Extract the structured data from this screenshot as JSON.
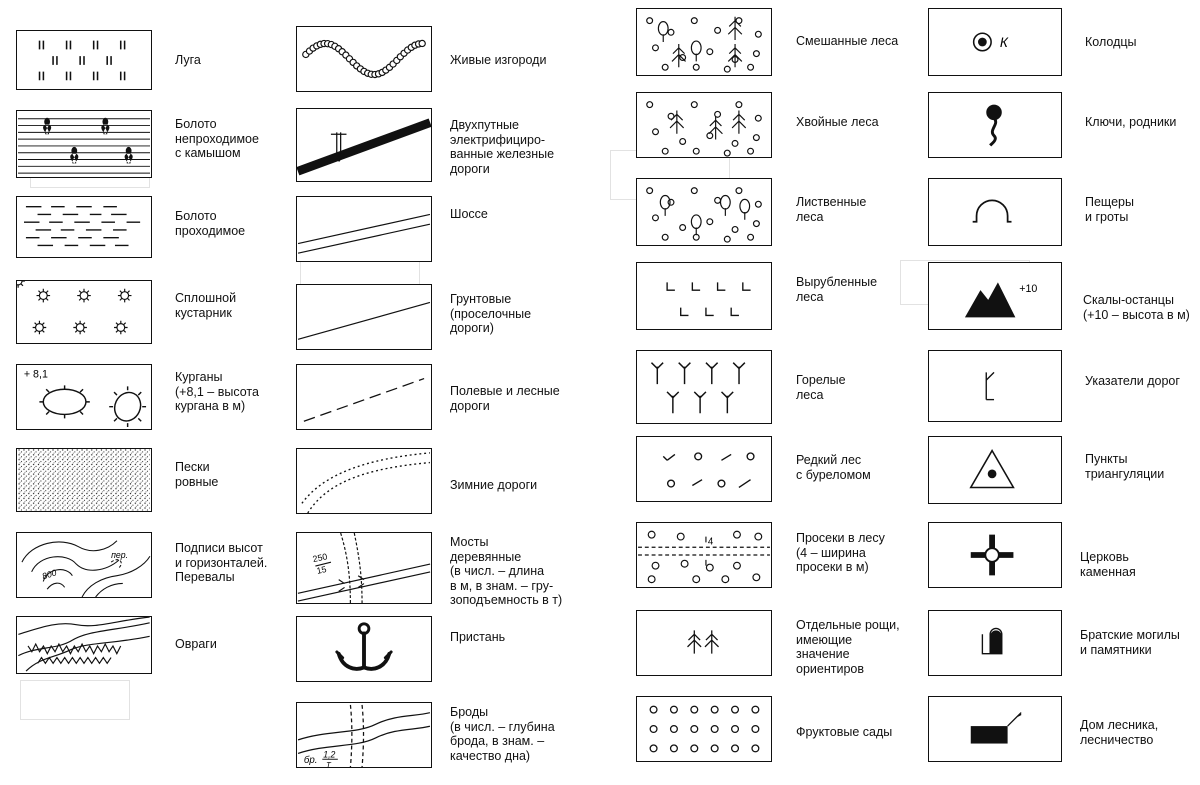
{
  "legend": {
    "col1": [
      {
        "label": "Луга",
        "icon": "meadow-symbol-icon"
      },
      {
        "label": "Болото\nнепроходимое\nс камышом",
        "icon": "impassable-swamp-symbol-icon"
      },
      {
        "label": "Болото\nпроходимое",
        "icon": "passable-swamp-symbol-icon"
      },
      {
        "label": "Сплошной\nкустарник",
        "icon": "shrubs-symbol-icon"
      },
      {
        "label": "Курганы\n(+8,1 – высота\nкургана в м)",
        "icon": "burial-mound-symbol-icon"
      },
      {
        "label": "Пески\nровные",
        "icon": "flat-sand-symbol-icon"
      },
      {
        "label": "Подписи высот\nи горизонталей.\nПеревалы",
        "icon": "contour-lines-symbol-icon"
      },
      {
        "label": "Овраги",
        "icon": "ravines-symbol-icon"
      }
    ],
    "col2": [
      {
        "label": "Живые изгороди",
        "icon": "hedge-symbol-icon"
      },
      {
        "label": "Двухпутные\nэлектрифициро-\nванные железные\nдороги",
        "icon": "railway-symbol-icon"
      },
      {
        "label": "Шоссе",
        "icon": "highway-symbol-icon"
      },
      {
        "label": "Грунтовые\n(проселочные\nдороги)",
        "icon": "dirt-road-symbol-icon"
      },
      {
        "label": "Полевые и лесные\nдороги",
        "icon": "field-road-symbol-icon"
      },
      {
        "label": "Зимние дороги",
        "icon": "winter-road-symbol-icon"
      },
      {
        "label": "Мосты\nдеревянные\n(в числ. – длина\nв м, в знам. – гру-\nзоподъемность в т)",
        "icon": "wooden-bridge-symbol-icon"
      },
      {
        "label": "Пристань",
        "icon": "pier-anchor-icon"
      },
      {
        "label": "Броды\n(в числ. – глубина\nброда, в знам. –\nкачество дна)",
        "icon": "ford-symbol-icon"
      }
    ],
    "col3": [
      {
        "label": "Смешанные леса",
        "icon": "mixed-forest-symbol-icon"
      },
      {
        "label": "Хвойные леса",
        "icon": "coniferous-forest-symbol-icon"
      },
      {
        "label": "Лиственные\nлеса",
        "icon": "deciduous-forest-symbol-icon"
      },
      {
        "label": "Вырубленные\nлеса",
        "icon": "felled-forest-symbol-icon"
      },
      {
        "label": "Горелые\nлеса",
        "icon": "burnt-forest-symbol-icon"
      },
      {
        "label": "Редкий лес\nс буреломом",
        "icon": "sparse-forest-symbol-icon"
      },
      {
        "label": "Просеки в лесу\n(4 – ширина\nпросеки в м)",
        "icon": "forest-clearing-symbol-icon"
      },
      {
        "label": "Отдельные рощи,\nимеющие\nзначение\nориентиров",
        "icon": "grove-symbol-icon"
      },
      {
        "label": "Фруктовые сады",
        "icon": "orchard-symbol-icon"
      }
    ],
    "col4": [
      {
        "label": "Колодцы",
        "icon": "well-symbol-icon"
      },
      {
        "label": "Ключи, родники",
        "icon": "spring-symbol-icon"
      },
      {
        "label": "Пещеры\nи гроты",
        "icon": "cave-symbol-icon"
      },
      {
        "label": "Скалы-останцы\n(+10 – высота в м)",
        "icon": "rock-outlier-symbol-icon"
      },
      {
        "label": "Указатели дорог",
        "icon": "signpost-symbol-icon"
      },
      {
        "label": "Пункты\nтриангуляции",
        "icon": "triangulation-point-symbol-icon"
      },
      {
        "label": "Церковь\nкаменная",
        "icon": "stone-church-symbol-icon"
      },
      {
        "label": "Братские могилы\nи памятники",
        "icon": "memorial-symbol-icon"
      },
      {
        "label": "Дом лесника,\nлесничество",
        "icon": "forester-house-symbol-icon"
      }
    ]
  },
  "glyphs": {
    "well_letter": "К",
    "mound_height": "+ 8,1",
    "rock_height": "+10",
    "contour_value": "800",
    "pass_label": "пер.",
    "bridge_numerator": "250",
    "bridge_denominator": "15",
    "ford_prefix": "бр.",
    "ford_numerator": "1,2",
    "ford_denominator": "Т",
    "clearing_width": "4"
  }
}
